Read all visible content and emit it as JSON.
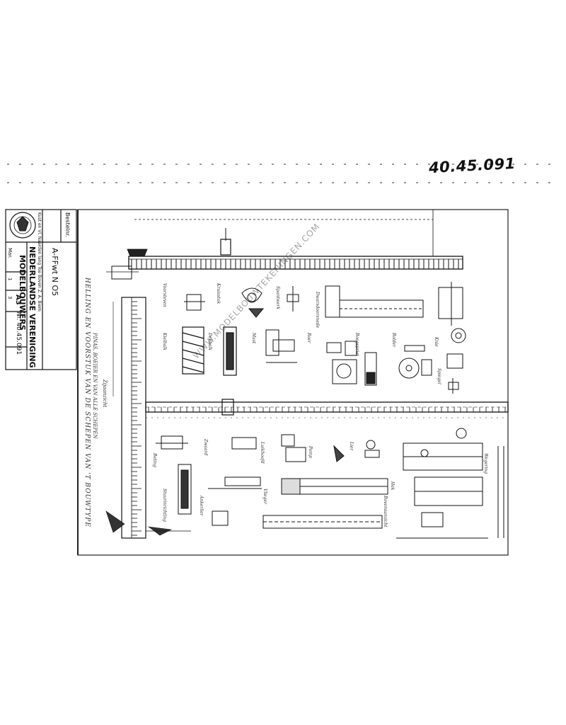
{
  "document": {
    "handwritten_reference": "40.45.091",
    "title_block": {
      "logo": "NVM-emblem",
      "header_word": "Bestelnr.",
      "ship_name": "A-FFwt N O5",
      "fine_print": "Kust en Vl. Naarden lang Toe Boven Z. A. Biem",
      "organization_line1": "NEDERLANDSE VERENIGING",
      "organization_line2": "MODELBOUWERS",
      "paper_size": "A3",
      "drawing_number": "Nr. 40.45.091",
      "sheet_fields": [
        "Mar.",
        "1",
        "3"
      ]
    },
    "side_caption": "HELLING EN VOORSTUK VAN DE SCHEPEN VAN 'T BOUWTYPE",
    "side_caption_2": "PINAS, BOEIER EN VAN ALLE SCHEPEN",
    "watermark": "WWW.MODELBOUWTEKENINGEN.COM",
    "ruler_caption": "Zijaanzicht",
    "panel_labels": [
      "Voorsteven",
      "Kruisstuk",
      "Spantwerk",
      "Dwarsdoorsnede",
      "Kielbalk",
      "Dekbalk",
      "Mast",
      "Roer",
      "Boegspriet",
      "Bolder",
      "Knie",
      "Spiegel",
      "Beting",
      "Stuurinrichting",
      "Zwaard",
      "Ankerlier",
      "Luikhoofd",
      "Vlieger",
      "Pomp",
      "Lier",
      "Hek",
      "Wegering",
      "Bovenaanzicht"
    ]
  }
}
